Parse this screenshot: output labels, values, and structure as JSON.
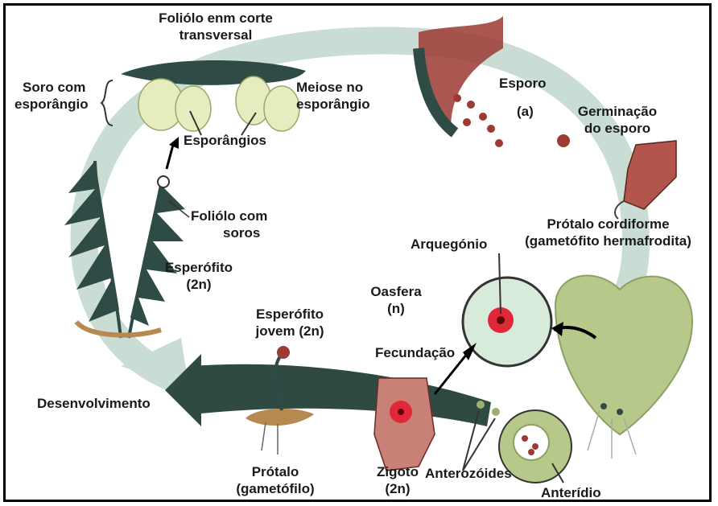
{
  "labels": {
    "foliolo_corte": [
      "Foliólo enm corte",
      "transversal"
    ],
    "soro": [
      "Soro com",
      "esporângio"
    ],
    "meiose": [
      "Meiose no",
      "esporângio"
    ],
    "esporangios": "Esporângios",
    "esporo": "Esporo",
    "esporo_tag": "(a)",
    "germinacao": [
      "Germinação",
      "do esporo"
    ],
    "foliolo_soros": [
      "Foliólo com",
      "soros"
    ],
    "esperofito": [
      "Esperófito",
      "(2n)"
    ],
    "protalo_cordiforme": [
      "Prótalo cordiforme",
      "(gametófito hermafrodita)"
    ],
    "arquegonio": "Arquegónio",
    "oasfera": [
      "Oasfera",
      "(n)"
    ],
    "esperofito_jovem": [
      "Esperófito",
      "jovem (2n)"
    ],
    "fecundacao": "Fecundação",
    "desenvolvimento": "Desenvolvimento",
    "protalo": [
      "Prótalo",
      "(gametófilo)"
    ],
    "zigoto": [
      "Zigoto",
      "(2n)"
    ],
    "anterozoides": "Anterozóides",
    "anteridio": "Anterídio"
  },
  "colors": {
    "cycle_arrow": "#c9ddd4",
    "dark_arrow": "#2e4a42",
    "fern": "#2f4b45",
    "sporangium": "#e6ecbe",
    "spore_red": "#9c3a33",
    "prothallus_green": "#b7c98a",
    "egg_red": "#e0283a"
  }
}
